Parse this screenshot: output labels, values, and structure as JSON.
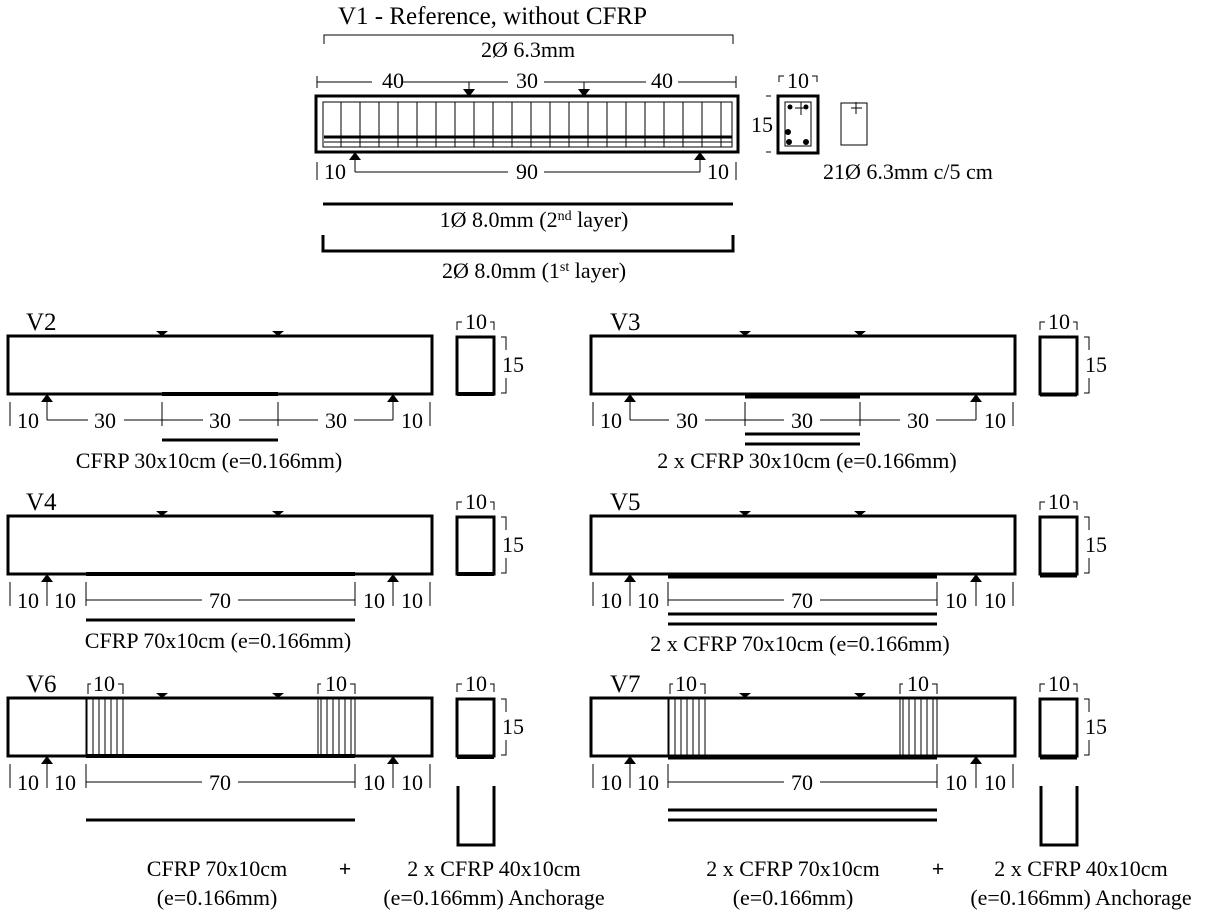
{
  "v1": {
    "title": "V1 - Reference, without CFRP",
    "top_bars": "2Ø 6.3mm",
    "dim_top": [
      "40",
      "30",
      "40"
    ],
    "dim_bottom": [
      "10",
      "90",
      "10"
    ],
    "section_width": "10",
    "section_height": "15",
    "stirrups": "21Ø 6.3mm c/5 cm",
    "layer2": "1Ø 8.0mm (2",
    "layer2_sup": "nd",
    "layer2_end": " layer)",
    "layer1": "2Ø 8.0mm (1",
    "layer1_sup": "st",
    "layer1_end": " layer)"
  },
  "v2": {
    "title": "V2",
    "dims": [
      "10",
      "30",
      "30",
      "30",
      "10"
    ],
    "section_width": "10",
    "section_height": "15",
    "caption": "CFRP 30x10cm (e=0.166mm)"
  },
  "v3": {
    "title": "V3",
    "dims": [
      "10",
      "30",
      "30",
      "30",
      "10"
    ],
    "section_width": "10",
    "section_height": "15",
    "caption": "2 x CFRP 30x10cm (e=0.166mm)"
  },
  "v4": {
    "title": "V4",
    "dims": [
      "10",
      "10",
      "70",
      "10",
      "10"
    ],
    "section_width": "10",
    "section_height": "15",
    "caption": "CFRP 70x10cm (e=0.166mm)"
  },
  "v5": {
    "title": "V5",
    "dims": [
      "10",
      "10",
      "70",
      "10",
      "10"
    ],
    "section_width": "10",
    "section_height": "15",
    "caption": "2 x CFRP 70x10cm (e=0.166mm)"
  },
  "v6": {
    "title": "V6",
    "anchor_widths": [
      "10",
      "10"
    ],
    "dims": [
      "10",
      "10",
      "70",
      "10",
      "10"
    ],
    "section_width": "10",
    "section_height": "15",
    "caption_left": [
      "CFRP 70x10cm",
      "(e=0.166mm)"
    ],
    "plus": "+",
    "caption_right": [
      "2 x CFRP 40x10cm",
      "(e=0.166mm) Anchorage"
    ]
  },
  "v7": {
    "title": "V7",
    "anchor_widths": [
      "10",
      "10"
    ],
    "dims": [
      "10",
      "10",
      "70",
      "10",
      "10"
    ],
    "section_width": "10",
    "section_height": "15",
    "caption_left": [
      "2 x CFRP 70x10cm",
      "(e=0.166mm)"
    ],
    "plus": "+",
    "caption_right": [
      "2 x CFRP 40x10cm",
      "(e=0.166mm) Anchorage"
    ]
  }
}
